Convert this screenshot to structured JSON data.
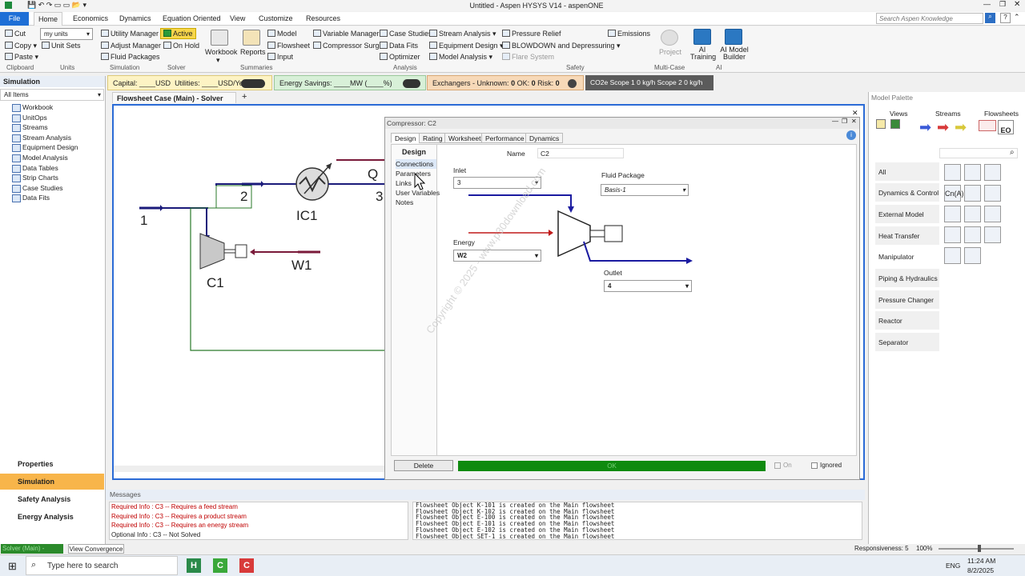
{
  "window": {
    "title": "Untitled - Aspen HYSYS V14 - aspenONE"
  },
  "menu": {
    "file": "File",
    "items": [
      "Home",
      "Economics",
      "Dynamics",
      "Equation Oriented",
      "View",
      "Customize",
      "Resources"
    ],
    "search_placeholder": "Search Aspen Knowledge"
  },
  "ribbon": {
    "clipboard": {
      "cut": "Cut",
      "copy": "Copy",
      "paste": "Paste",
      "label": "Clipboard"
    },
    "units": {
      "select": "my units",
      "unit_sets": "Unit Sets",
      "label": "Units"
    },
    "simulation": {
      "utility_manager": "Utility Manager",
      "adjust_manager": "Adjust Manager",
      "fluid_packages": "Fluid Packages",
      "label": "Simulation"
    },
    "solver": {
      "active": "Active",
      "on_hold": "On Hold",
      "label": "Solver"
    },
    "summaries": {
      "workbook": "Workbook",
      "reports": "Reports",
      "model": "Model",
      "flowsheet": "Flowsheet",
      "input": "Input",
      "label": "Summaries"
    },
    "analysis": {
      "variable_manager": "Variable Manager",
      "compressor_surge": "Compressor Surge",
      "case_studies": "Case Studies",
      "data_fits": "Data Fits",
      "optimizer": "Optimizer",
      "stream_analysis": "Stream Analysis",
      "equipment_design": "Equipment Design",
      "model_analysis": "Model Analysis",
      "label": "Analysis"
    },
    "safety": {
      "pressure_relief": "Pressure Relief",
      "blowdown": "BLOWDOWN and Depressuring",
      "flare_system": "Flare System",
      "emissions": "Emissions",
      "label": "Safety"
    },
    "multicase": {
      "project": "Project",
      "label": "Multi-Case"
    },
    "ai": {
      "training": "AI Training",
      "builder": "AI Model Builder",
      "label": "AI"
    }
  },
  "statusbar": {
    "capital": "Capital: ____USD",
    "utilities": "Utilities: ____USD/Year",
    "energy": "Energy Savings: ____MW    (____%)",
    "exchangers": "Exchangers -  Unknown:",
    "unknown": "0",
    "ok_label": "OK:",
    "ok": "0",
    "risk_label": "Risk:",
    "risk": "0",
    "co2": "CO2e Scope 1  0 kg/h     Scope 2  0 kg/h"
  },
  "left": {
    "title": "Simulation",
    "filter": "All Items",
    "tree": [
      "Workbook",
      "UnitOps",
      "Streams",
      "Stream Analysis",
      "Equipment Design",
      "Model Analysis",
      "Data Tables",
      "Strip Charts",
      "Case Studies",
      "Data Fits"
    ],
    "nav": [
      "Properties",
      "Simulation",
      "Safety Analysis",
      "Energy Analysis"
    ]
  },
  "doc_tab": "Flowsheet Case (Main) - Solver Active",
  "flowsheet": {
    "labels": [
      "1",
      "2",
      "IC1",
      "Q",
      "3",
      "C1",
      "W1"
    ]
  },
  "dialog": {
    "title": "Compressor: C2",
    "tabs": [
      "Design",
      "Rating",
      "Worksheet",
      "Performance",
      "Dynamics"
    ],
    "section": "Design",
    "menu": [
      "Connections",
      "Parameters",
      "Links",
      "User Variables",
      "Notes"
    ],
    "name_label": "Name",
    "name": "C2",
    "inlet_label": "Inlet",
    "inlet": "3",
    "fluid_label": "Fluid Package",
    "fluid": "Basis-1",
    "energy_label": "Energy",
    "energy": "W2",
    "outlet_label": "Outlet",
    "outlet": "4",
    "delete": "Delete",
    "status": "OK",
    "on": "On",
    "ignored": "Ignored"
  },
  "palette": {
    "title": "Model Palette",
    "views": "Views",
    "streams": "Streams",
    "flowsheets": "Flowsheets",
    "categories": [
      "All",
      "Dynamics & Control",
      "External Model",
      "Heat Transfer",
      "Manipulator",
      "Piping & Hydraulics",
      "Pressure Changer",
      "Reactor",
      "Separator"
    ]
  },
  "messages": {
    "title": "Messages",
    "left": [
      "Required Info : C3 -- Requires a feed stream",
      "Required Info : C3 -- Requires a product stream",
      "Required Info : C3 -- Requires an energy stream",
      "Optional Info : C3 -- Not Solved"
    ],
    "right": [
      "Flowsheet Object K-101 is created on the Main flowsheet",
      "Flowsheet Object K-102 is created on the Main flowsheet",
      "Flowsheet Object E-100 is created on the Main flowsheet",
      "Flowsheet Object E-101 is created on the Main flowsheet",
      "Flowsheet Object E-102 is created on the Main flowsheet",
      "Flowsheet Object SET-1 is created on the Main flowsheet"
    ]
  },
  "bottom": {
    "solver": "Solver (Main) - Ready",
    "convergence": "View Convergence",
    "responsiveness": "Responsiveness: 5",
    "zoom": "100%"
  },
  "taskbar": {
    "search": "Type here to search",
    "lang": "ENG",
    "time": "11:24 AM",
    "date": "8/2/2025"
  },
  "watermark": "Copyright © 2025 - www.p30download.com"
}
